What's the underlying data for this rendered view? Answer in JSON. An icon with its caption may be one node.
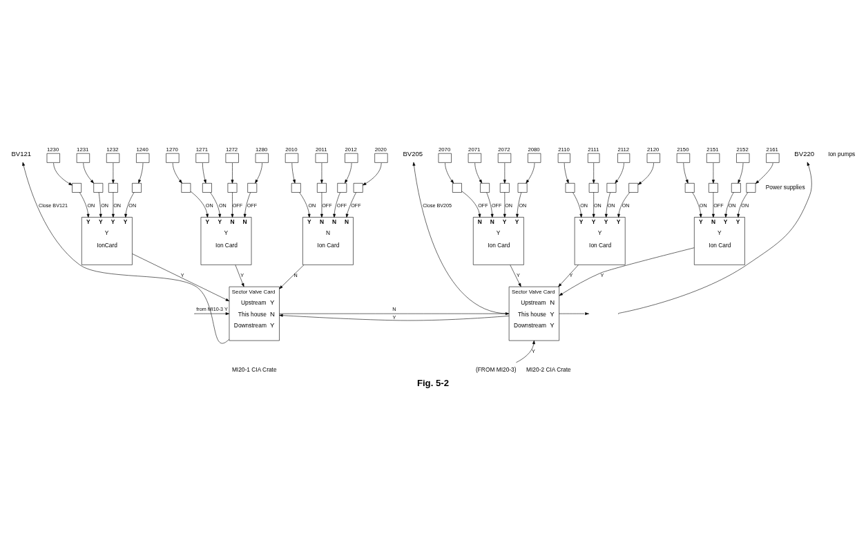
{
  "diagram": {
    "title": "Fig. 5-2",
    "nodes": [
      {
        "text": [
          "BV121"
        ]
      },
      {
        "text": [
          "BV205"
        ]
      },
      {
        "text": [
          "BV220"
        ]
      },
      {
        "text": [
          "1230"
        ]
      },
      {
        "text": [
          "1231"
        ]
      },
      {
        "text": [
          "1232"
        ]
      },
      {
        "text": [
          "1240"
        ]
      },
      {
        "text": [
          "1270"
        ]
      },
      {
        "text": [
          "1271"
        ]
      },
      {
        "text": [
          "1272"
        ]
      },
      {
        "text": [
          "1280"
        ]
      },
      {
        "text": [
          "2010"
        ]
      },
      {
        "text": [
          "2011"
        ]
      },
      {
        "text": [
          "2012"
        ]
      },
      {
        "text": [
          "2020"
        ]
      },
      {
        "text": [
          "2070"
        ]
      },
      {
        "text": [
          "2071"
        ]
      },
      {
        "text": [
          "2072"
        ]
      },
      {
        "text": [
          "2080"
        ]
      },
      {
        "text": [
          "2110"
        ]
      },
      {
        "text": [
          "2111"
        ]
      },
      {
        "text": [
          "2112"
        ]
      },
      {
        "text": [
          "2120"
        ]
      },
      {
        "text": [
          "2150"
        ]
      },
      {
        "text": [
          "2151"
        ]
      },
      {
        "text": [
          "2152"
        ]
      },
      {
        "text": [
          "2161"
        ]
      },
      {
        "text": [],
        "shape": "box"
      },
      {
        "text": [],
        "shape": "box"
      },
      {
        "text": [],
        "shape": "box"
      },
      {
        "text": [],
        "shape": "box"
      },
      {
        "text": [],
        "shape": "box"
      },
      {
        "text": [],
        "shape": "box"
      },
      {
        "text": [],
        "shape": "box"
      },
      {
        "text": [],
        "shape": "box"
      },
      {
        "text": [],
        "shape": "box"
      },
      {
        "text": [],
        "shape": "box"
      },
      {
        "text": [],
        "shape": "box"
      },
      {
        "text": [],
        "shape": "box"
      },
      {
        "text": [],
        "shape": "box"
      },
      {
        "text": [],
        "shape": "box"
      },
      {
        "text": [],
        "shape": "box"
      },
      {
        "text": [],
        "shape": "box"
      },
      {
        "text": [],
        "shape": "box"
      },
      {
        "text": [],
        "shape": "box"
      },
      {
        "text": [],
        "shape": "box"
      },
      {
        "text": [],
        "shape": "box"
      },
      {
        "text": [],
        "shape": "box"
      },
      {
        "text": [],
        "shape": "box"
      },
      {
        "text": [],
        "shape": "box"
      },
      {
        "text": [],
        "shape": "box"
      },
      {
        "text": [
          "Y",
          "Y",
          "Y",
          "Y",
          "Y",
          "IonCard"
        ]
      },
      {
        "text": [
          "Y",
          "Y",
          "N",
          "N",
          "Y",
          "Ion Card"
        ]
      },
      {
        "text": [
          "Y",
          "N",
          "N",
          "N",
          "N",
          "Ion Card"
        ]
      },
      {
        "text": [
          "N",
          "N",
          "Y",
          "Y",
          "Y",
          "Ion Card"
        ]
      },
      {
        "text": [
          "Y",
          "Y",
          "Y",
          "Y",
          "Y",
          "Ion Card"
        ]
      },
      {
        "text": [
          "Y",
          "N",
          "Y",
          "Y",
          "Y",
          "Ion Card"
        ]
      },
      {
        "text": [
          "Sector Valve Card",
          "Upstream",
          "Y",
          "This house",
          "N",
          "Downstream",
          "Y"
        ]
      },
      {
        "text": [
          "Sector Valve Card",
          "Upstream",
          "N",
          "This house",
          "Y",
          "Downstream",
          "Y"
        ]
      },
      {
        "text": [
          "(FROM MI20-3)"
        ]
      }
    ],
    "edges": [
      {
        "from": 3,
        "to": 27,
        "arrow": "to"
      },
      {
        "from": 4,
        "to": 28,
        "arrow": "to"
      },
      {
        "from": 5,
        "to": 29,
        "arrow": "to"
      },
      {
        "from": 6,
        "to": 30,
        "arrow": "to"
      },
      {
        "from": 7,
        "to": 31,
        "arrow": "to"
      },
      {
        "from": 8,
        "to": 32,
        "arrow": "to"
      },
      {
        "from": 9,
        "to": 33,
        "arrow": "to"
      },
      {
        "from": 10,
        "to": 34,
        "arrow": "to"
      },
      {
        "from": 11,
        "to": 35,
        "arrow": "to"
      },
      {
        "from": 12,
        "to": 36,
        "arrow": "to"
      },
      {
        "from": 13,
        "to": 37,
        "arrow": "to"
      },
      {
        "from": 14,
        "to": 38,
        "arrow": "to"
      },
      {
        "from": 15,
        "to": 39,
        "arrow": "to"
      },
      {
        "from": 16,
        "to": 40,
        "arrow": "to"
      },
      {
        "from": 17,
        "to": 41,
        "arrow": "to"
      },
      {
        "from": 18,
        "to": 42,
        "arrow": "to"
      },
      {
        "from": 19,
        "to": 43,
        "arrow": "to"
      },
      {
        "from": 20,
        "to": 44,
        "arrow": "to"
      },
      {
        "from": 21,
        "to": 45,
        "arrow": "to"
      },
      {
        "from": 22,
        "to": 46,
        "arrow": "to"
      },
      {
        "from": 23,
        "to": 47,
        "arrow": "to"
      },
      {
        "from": 24,
        "to": 48,
        "arrow": "to"
      },
      {
        "from": 25,
        "to": 49,
        "arrow": "to"
      },
      {
        "from": 26,
        "to": 50,
        "arrow": "to"
      },
      {
        "from": 27,
        "to": 51,
        "arrow": "to",
        "label": "ON"
      },
      {
        "from": 28,
        "to": 51,
        "arrow": "to",
        "label": "ON"
      },
      {
        "from": 29,
        "to": 51,
        "arrow": "to",
        "label": "ON"
      },
      {
        "from": 30,
        "to": 51,
        "arrow": "to",
        "label": "ON"
      },
      {
        "from": 31,
        "to": 52,
        "arrow": "to",
        "label": "ON"
      },
      {
        "from": 32,
        "to": 52,
        "arrow": "to",
        "label": "ON"
      },
      {
        "from": 33,
        "to": 52,
        "arrow": "to",
        "label": "OFF"
      },
      {
        "from": 34,
        "to": 52,
        "arrow": "to",
        "label": "OFF"
      },
      {
        "from": 35,
        "to": 53,
        "arrow": "to",
        "label": "ON"
      },
      {
        "from": 36,
        "to": 53,
        "arrow": "to",
        "label": "OFF"
      },
      {
        "from": 37,
        "to": 53,
        "arrow": "to",
        "label": "OFF"
      },
      {
        "from": 38,
        "to": 53,
        "arrow": "to",
        "label": "OFF"
      },
      {
        "from": 39,
        "to": 54,
        "arrow": "to",
        "label": "OFF"
      },
      {
        "from": 40,
        "to": 54,
        "arrow": "to",
        "label": "OFF"
      },
      {
        "from": 41,
        "to": 54,
        "arrow": "to",
        "label": "ON"
      },
      {
        "from": 42,
        "to": 54,
        "arrow": "to",
        "label": "ON"
      },
      {
        "from": 43,
        "to": 55,
        "arrow": "to",
        "label": "ON"
      },
      {
        "from": 44,
        "to": 55,
        "arrow": "to",
        "label": "ON"
      },
      {
        "from": 45,
        "to": 55,
        "arrow": "to",
        "label": "ON"
      },
      {
        "from": 46,
        "to": 55,
        "arrow": "to",
        "label": "ON"
      },
      {
        "from": 47,
        "to": 56,
        "arrow": "to",
        "label": "ON"
      },
      {
        "from": 48,
        "to": 56,
        "arrow": "to",
        "label": "OFF"
      },
      {
        "from": 49,
        "to": 56,
        "arrow": "to",
        "label": "ON"
      },
      {
        "from": 50,
        "to": 56,
        "arrow": "to",
        "label": "ON"
      },
      {
        "from": 51,
        "to": 57,
        "arrow": "to",
        "label": "Y"
      },
      {
        "from": 52,
        "to": 57,
        "arrow": "to",
        "label": "Y"
      },
      {
        "from": 53,
        "to": 57,
        "arrow": "to",
        "label": "N"
      },
      {
        "from": 54,
        "to": 58,
        "arrow": "to",
        "label": "Y"
      },
      {
        "from": 55,
        "to": 58,
        "arrow": "to",
        "label": "Y"
      },
      {
        "from": 56,
        "to": 58,
        "arrow": "to",
        "label": "Y"
      },
      {
        "from": null,
        "to": 57,
        "arrow": "to",
        "label": "from MI10-3 Y"
      },
      {
        "from": 57,
        "to": 0,
        "arrow": "to",
        "label": "Close BV121"
      },
      {
        "from": 58,
        "to": 1,
        "arrow": "to",
        "label": "Close BV205"
      },
      {
        "from": 57,
        "to": 58,
        "arrow": "to",
        "label": "N"
      },
      {
        "from": 58,
        "to": 57,
        "arrow": "to",
        "label": "Y"
      },
      {
        "from": 58,
        "to": null,
        "arrow": "to"
      },
      {
        "from": 59,
        "to": 58,
        "arrow": "to",
        "label": "Y"
      },
      {
        "from": null,
        "to": 2,
        "arrow": "to"
      }
    ],
    "labels": [
      "Ion pumps",
      "Power supplies",
      "MI20-1 CIA Crate",
      "MI20-2 CIA Crate"
    ]
  }
}
